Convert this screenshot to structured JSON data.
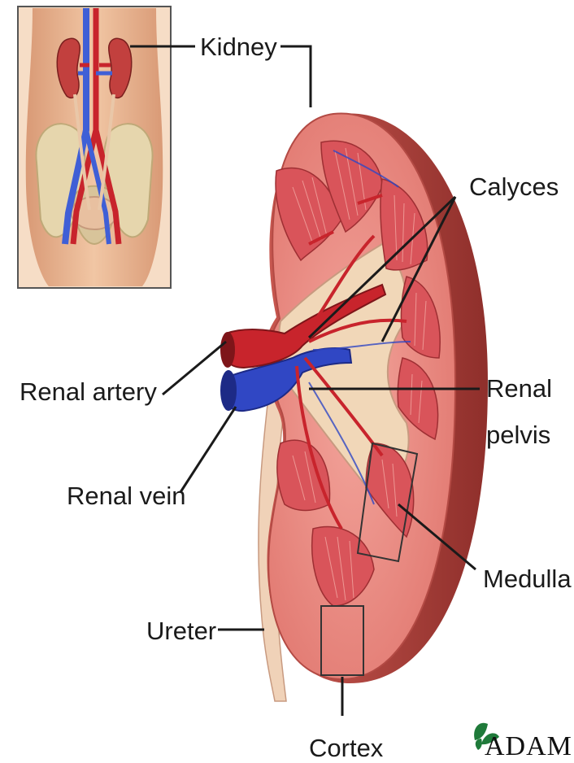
{
  "labels": {
    "kidney": "Kidney",
    "calyces": "Calyces",
    "renal_artery": "Renal artery",
    "renal_pelvis_line1": "Renal",
    "renal_pelvis_line2": "pelvis",
    "renal_vein": "Renal vein",
    "medulla": "Medulla",
    "ureter": "Ureter",
    "cortex": "Cortex"
  },
  "logo": {
    "text": "ADAM"
  },
  "colors": {
    "cortex": "#e8847c",
    "medulla": "#d9545a",
    "pelvis": "#f1d7b8",
    "artery": "#c8242c",
    "vein": "#3047c4",
    "ureter": "#f0d2b8",
    "skin": "#e9b48f",
    "bone": "#e8d8b0"
  }
}
